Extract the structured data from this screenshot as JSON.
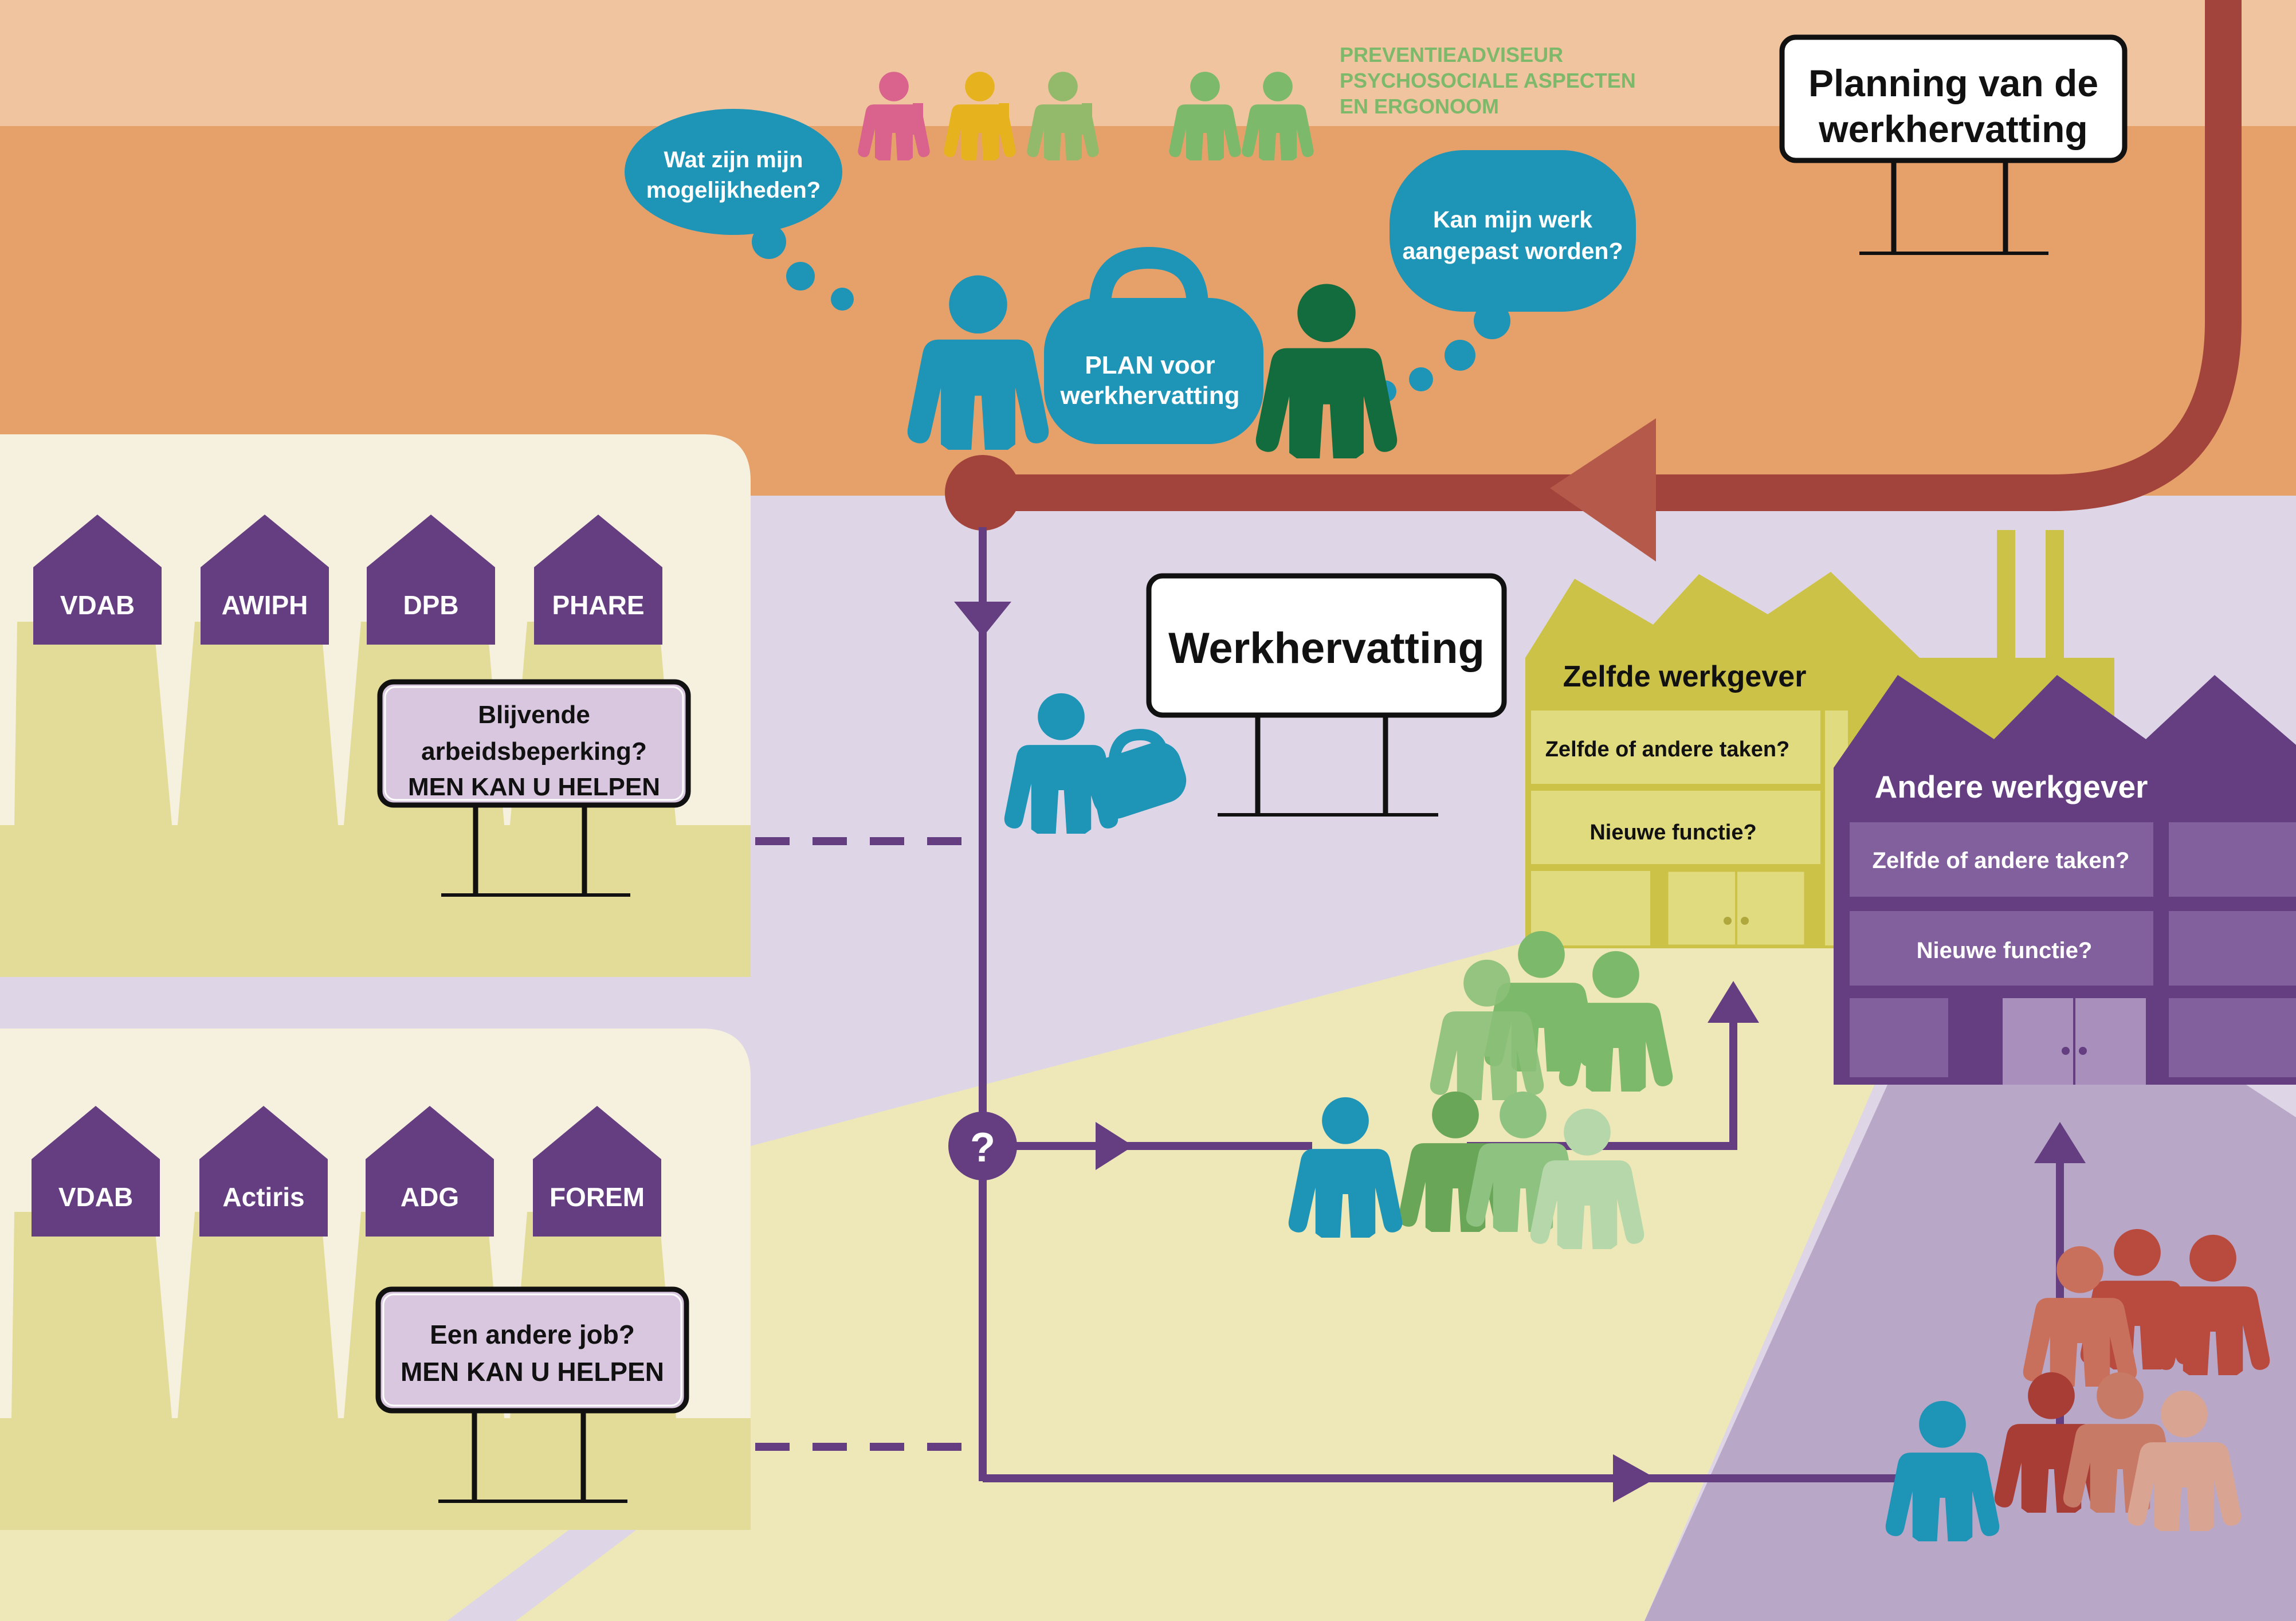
{
  "colors": {
    "peach_top": "#f0c49e",
    "orange_band": "#e6a16a",
    "lavender": "#ded6e6",
    "cream": "#f6f1de",
    "yellow_band": "#e3dc98",
    "lemon": "#eee8b8",
    "purple": "#653e82",
    "purple_light": "#b9a7c8",
    "maroon_track": "#a3443c",
    "teal": "#1e94b6",
    "dark_green": "#136c3d",
    "olive": "#cbc247",
    "sign_lilac": "#d9c7df",
    "green_text": "#7db96a"
  },
  "top": {
    "prevention_label": [
      "PREVENTIEADVISEUR",
      "PSYCHOSOCIALE ASPECTEN",
      "EN ERGONOOM"
    ],
    "speech_left": [
      "Wat zijn mijn",
      "mogelijkheden?"
    ],
    "speech_right": [
      "Kan mijn werk",
      "aangepast worden?"
    ],
    "plan_bag": [
      "PLAN voor",
      "werkhervatting"
    ],
    "planning_sign": [
      "Planning van de",
      "werkhervatting"
    ]
  },
  "panel_upper": {
    "houses": [
      "VDAB",
      "AWIPH",
      "DPB",
      "PHARE"
    ],
    "sign": [
      "Blijvende",
      "arbeidsbeperking?",
      "MEN KAN U HELPEN"
    ]
  },
  "panel_lower": {
    "houses": [
      "VDAB",
      "Actiris",
      "ADG",
      "FOREM"
    ],
    "sign": [
      "Een andere job?",
      "MEN KAN U HELPEN"
    ]
  },
  "center": {
    "werkhervatting_sign": "Werkhervatting",
    "question_mark": "?"
  },
  "same_employer": {
    "title": "Zelfde werkgever",
    "option_1": "Zelfde of andere taken?",
    "option_2": "Nieuwe functie?"
  },
  "other_employer": {
    "title": "Andere werkgever",
    "option_1": "Zelfde of andere taken?",
    "option_2": "Nieuwe functie?"
  },
  "icons": [
    "person-icon",
    "briefcase-icon",
    "speech-bubble-icon",
    "factory-icon",
    "house-icon",
    "signpost-icon",
    "arrow-icon"
  ]
}
